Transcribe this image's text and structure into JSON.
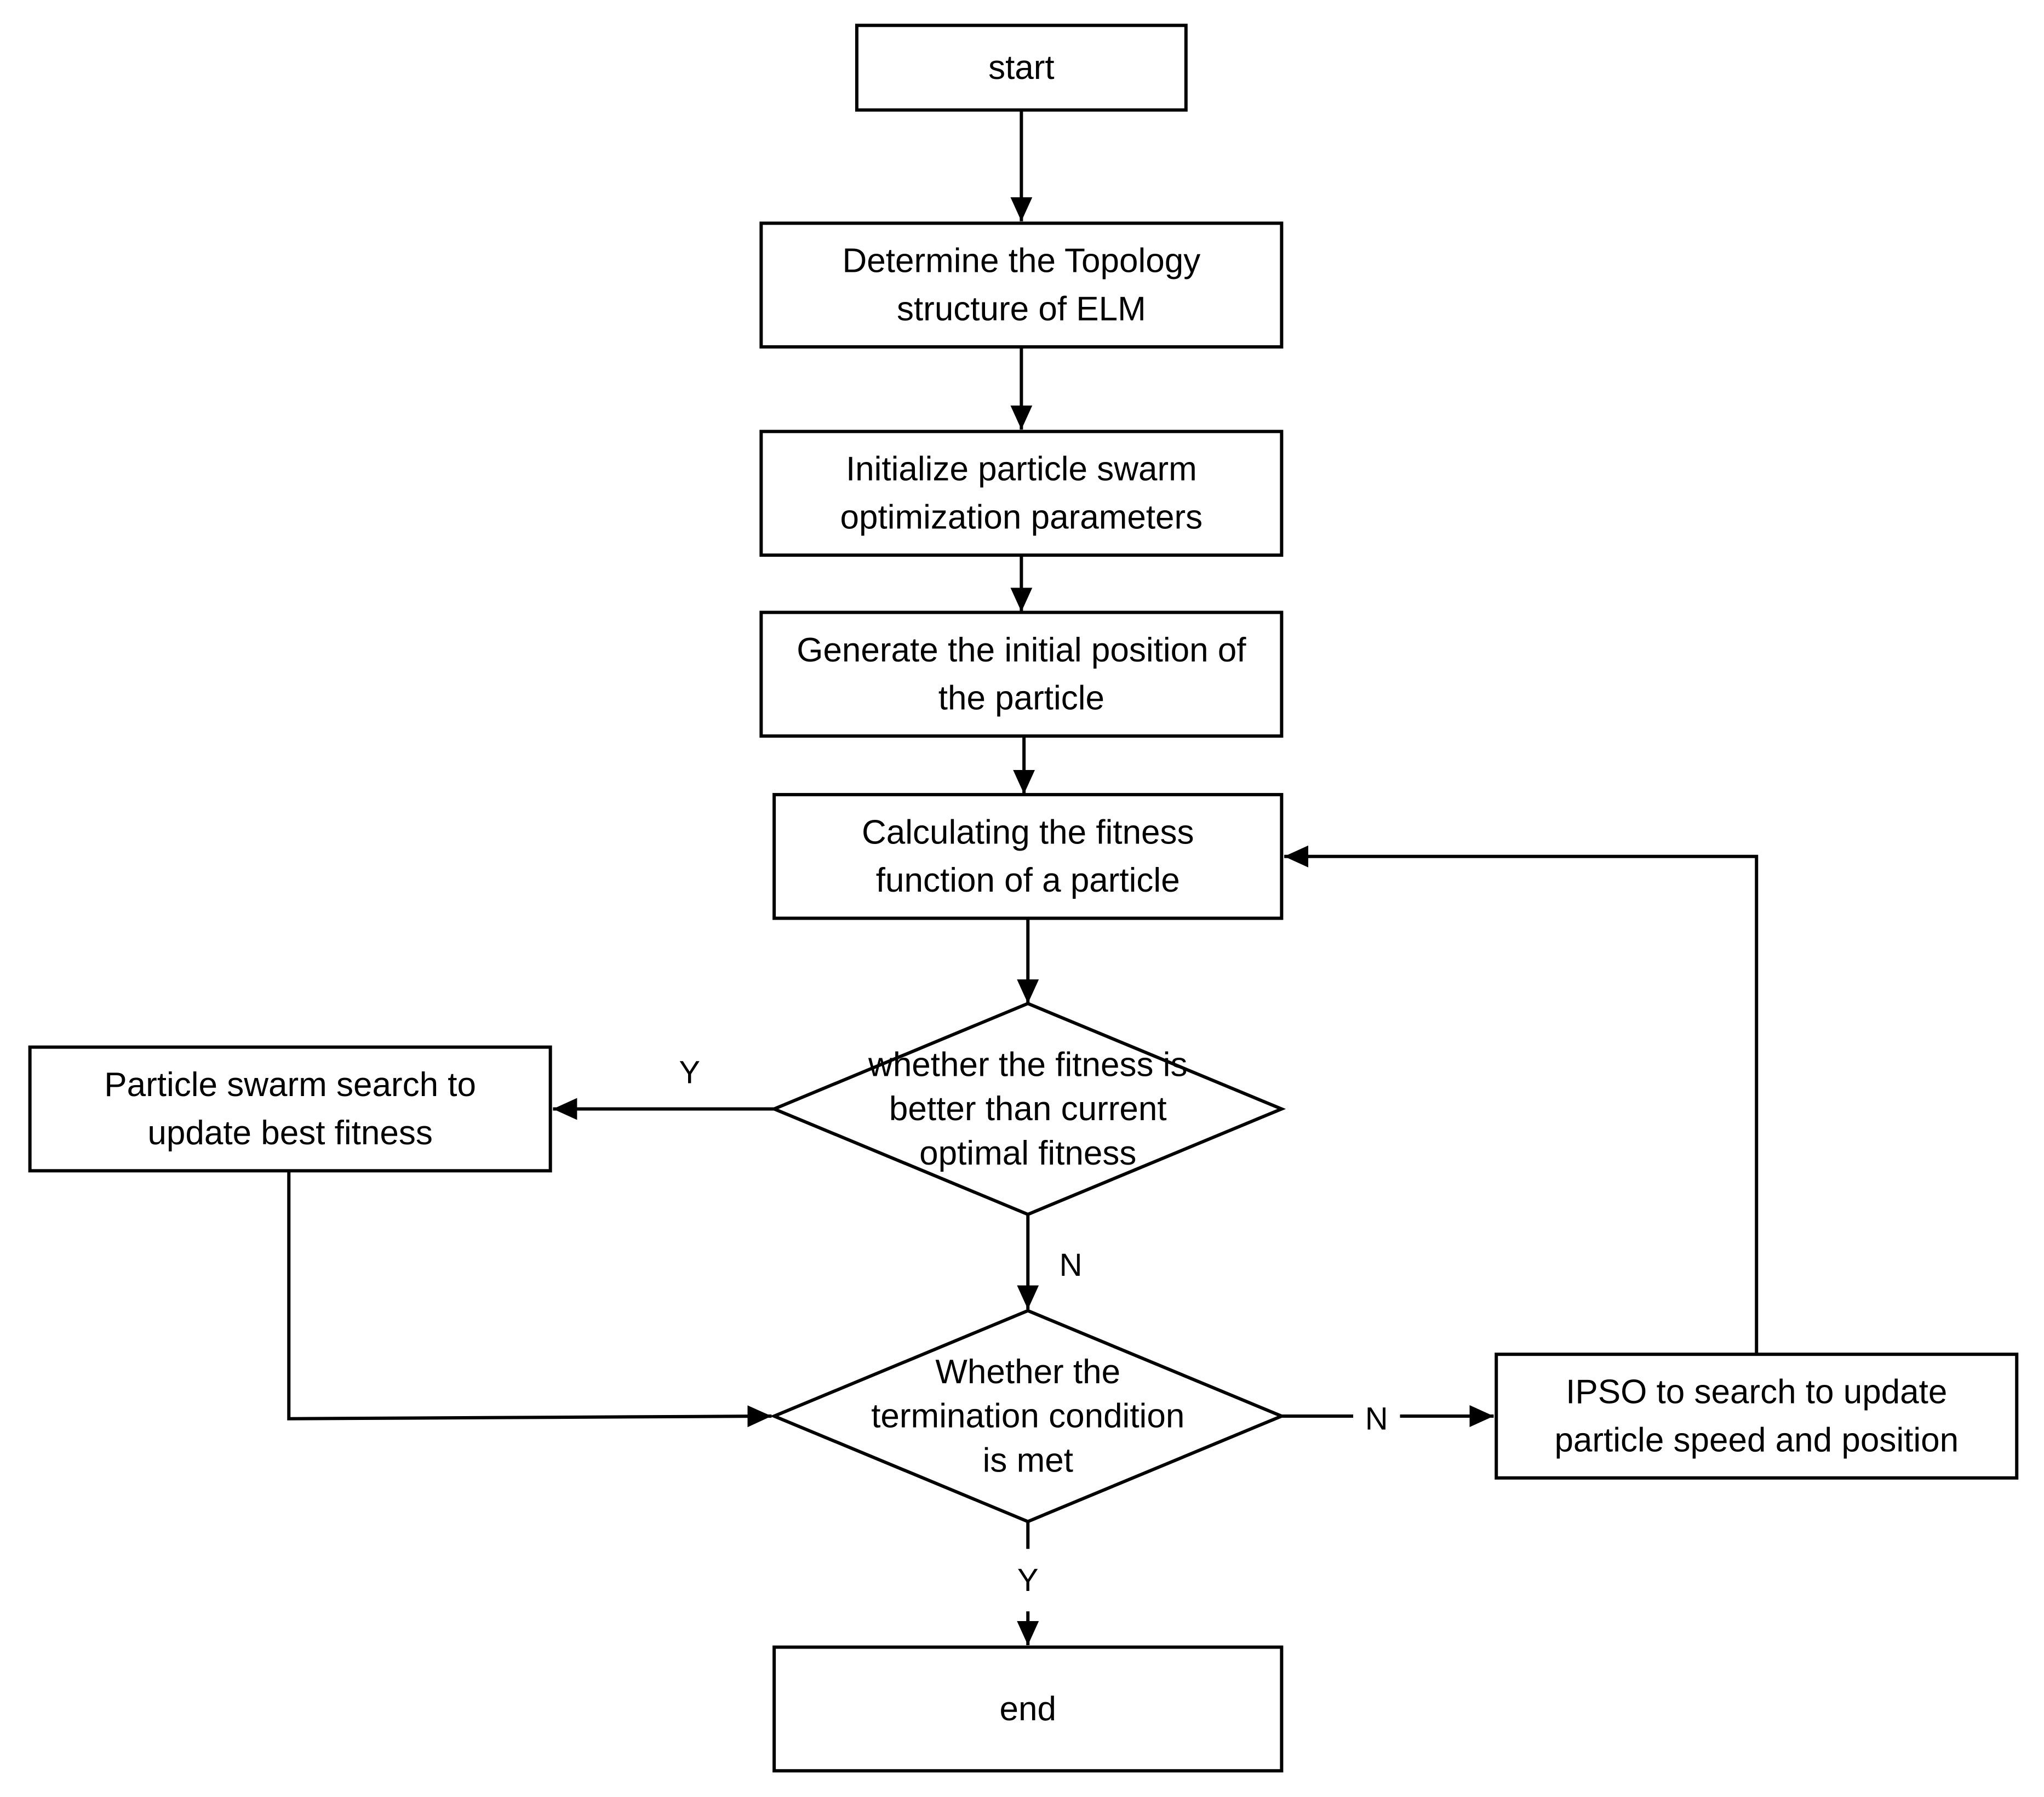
{
  "diagram": {
    "type": "flowchart",
    "nodes": {
      "start": {
        "shape": "process",
        "lines": [
          "start"
        ]
      },
      "topology": {
        "shape": "process",
        "lines": [
          "Determine the Topology",
          "structure of ELM"
        ]
      },
      "init_pso": {
        "shape": "process",
        "lines": [
          "Initialize particle swarm",
          "optimization parameters"
        ]
      },
      "gen_position": {
        "shape": "process",
        "lines": [
          "Generate the initial position of",
          "the particle"
        ]
      },
      "calc_fitness": {
        "shape": "process",
        "lines": [
          "Calculating the fitness",
          "function of a particle"
        ]
      },
      "fitness_decision": {
        "shape": "decision",
        "lines": [
          "whether the fitness is",
          "better than current",
          "optimal fitness"
        ]
      },
      "swarm_update": {
        "shape": "process",
        "lines": [
          "Particle swarm search to",
          "update best fitness"
        ]
      },
      "termination_decision": {
        "shape": "decision",
        "lines": [
          "Whether the",
          "termination condition",
          "is met"
        ]
      },
      "ipso_update": {
        "shape": "process",
        "lines": [
          "IPSO to search to update",
          "particle speed and position"
        ]
      },
      "end": {
        "shape": "process",
        "lines": [
          "end"
        ]
      }
    },
    "edges": [
      {
        "from": "start",
        "to": "topology",
        "label": ""
      },
      {
        "from": "topology",
        "to": "init_pso",
        "label": ""
      },
      {
        "from": "init_pso",
        "to": "gen_position",
        "label": ""
      },
      {
        "from": "gen_position",
        "to": "calc_fitness",
        "label": ""
      },
      {
        "from": "calc_fitness",
        "to": "fitness_decision",
        "label": ""
      },
      {
        "from": "fitness_decision",
        "to": "swarm_update",
        "label": "Y"
      },
      {
        "from": "fitness_decision",
        "to": "termination_decision",
        "label": "N"
      },
      {
        "from": "swarm_update",
        "to": "termination_decision",
        "label": ""
      },
      {
        "from": "termination_decision",
        "to": "ipso_update",
        "label": "N"
      },
      {
        "from": "ipso_update",
        "to": "calc_fitness",
        "label": ""
      },
      {
        "from": "termination_decision",
        "to": "end",
        "label": "Y"
      }
    ]
  }
}
